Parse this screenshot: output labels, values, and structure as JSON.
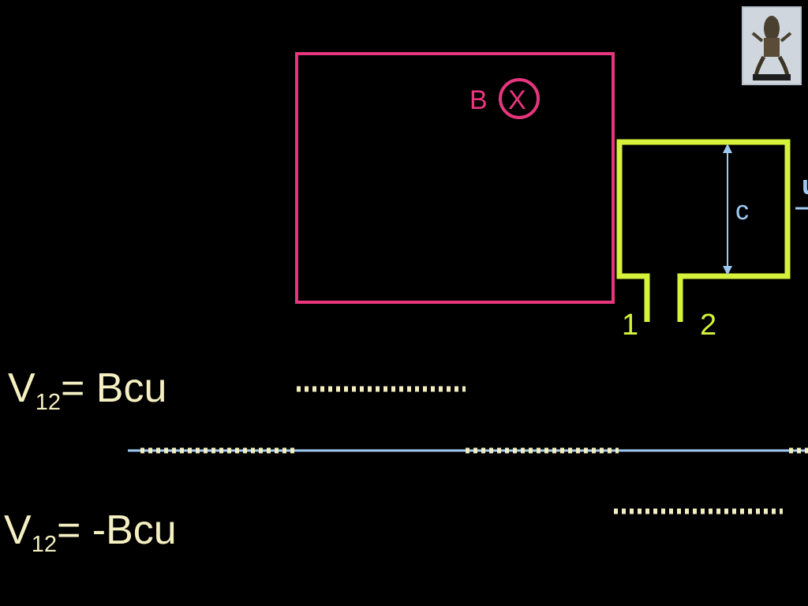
{
  "field_label": "B",
  "field_symbol": "X",
  "dimension_label": "c",
  "terminal_1": "1",
  "terminal_2": "2",
  "velocity_label": "u",
  "equation_top": {
    "lhs": "V",
    "sub": "12",
    "rhs": "= Bcu"
  },
  "equation_bottom": {
    "lhs": "V",
    "sub": "12",
    "rhs": "= -Bcu"
  },
  "thumbnail_icon": "deity-statue-thumbnail",
  "colors": {
    "background": "#000000",
    "magnet_pink": "#e8367e",
    "loop_green": "#d6f23a",
    "dimension_blue": "#9fc8f0",
    "equation_text": "#f4f0c2",
    "dots_yellow": "#f2eec0"
  }
}
